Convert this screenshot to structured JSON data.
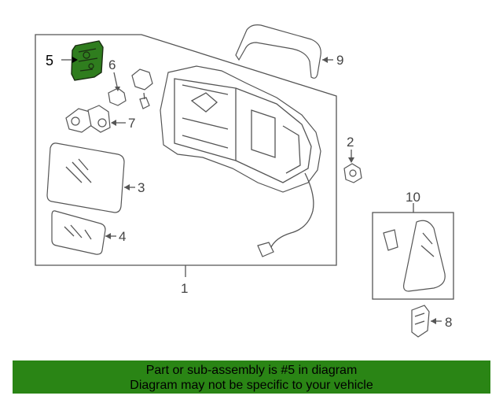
{
  "callouts": {
    "c1": "1",
    "c2": "2",
    "c3": "3",
    "c4": "4",
    "c5": "5",
    "c6": "6",
    "c7": "7",
    "c8": "8",
    "c9": "9",
    "c10": "10"
  },
  "highlighted_part": "5",
  "colors": {
    "highlight_fill": "#2f7d1e",
    "banner_background": "#2a8515",
    "line": "#555555"
  },
  "banner": {
    "line1": "Part or sub-assembly is #5 in diagram",
    "line2": "Diagram may not be specific to your vehicle"
  }
}
